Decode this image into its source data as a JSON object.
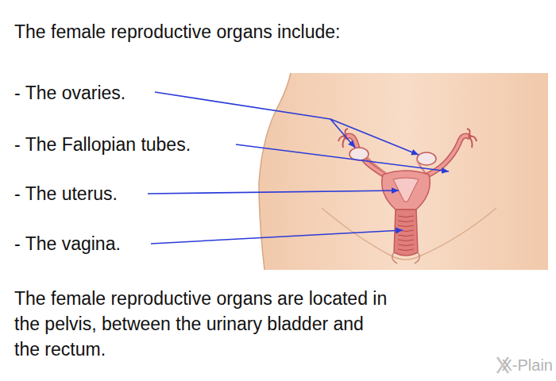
{
  "diagram": {
    "title": "The female reproductive organs include:",
    "caption": "The female reproductive organs are located in the pelvis, between the urinary bladder and the rectum.",
    "labels": [
      "- The ovaries.",
      "- The Fallopian tubes.",
      "- The uterus.",
      "- The vagina.",
      "X-Plain"
    ]
  }
}
